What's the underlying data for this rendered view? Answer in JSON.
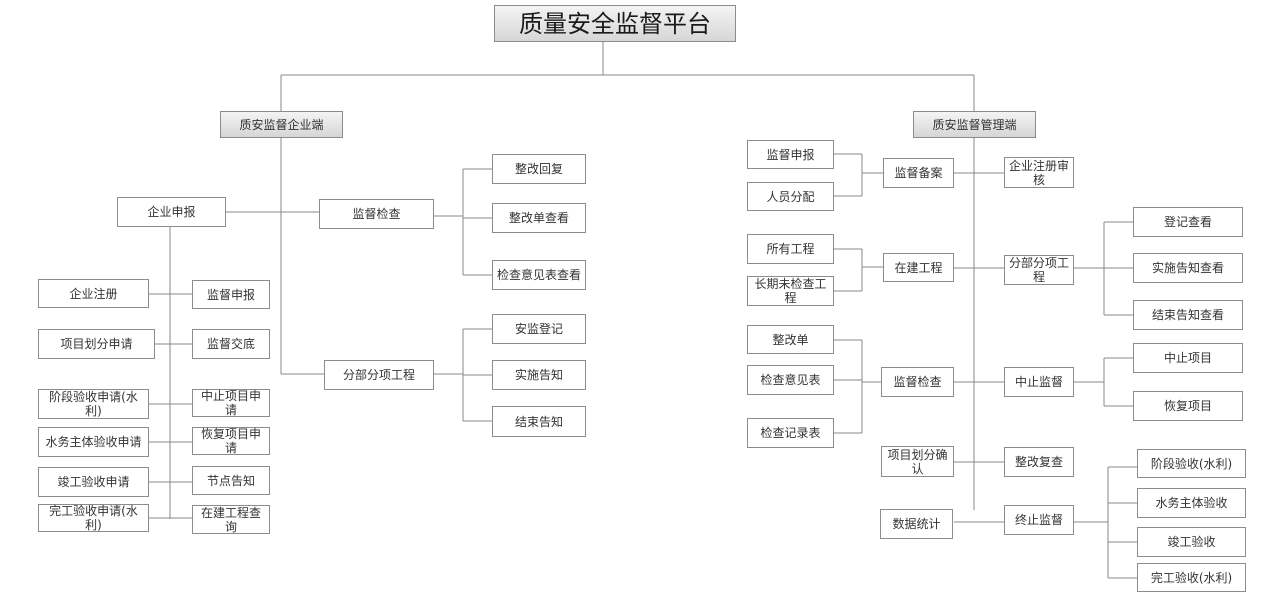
{
  "title": "质量安全监督平台",
  "enterprise": {
    "label": "质安监督企业端",
    "report": "企业申报",
    "left_items": [
      "企业注册",
      "项目划分申请",
      "阶段验收申请(水利)",
      "水务主体验收申请",
      "竣工验收申请",
      "完工验收申请(水利)"
    ],
    "right_items": [
      "监督申报",
      "监督交底",
      "中止项目申请",
      "恢复项目申请",
      "节点告知",
      "在建工程查询"
    ],
    "inspection": {
      "label": "监督检查",
      "items": [
        "整改回复",
        "整改单查看",
        "检查意见表查看"
      ]
    },
    "subproject": {
      "label": "分部分项工程",
      "items": [
        "安监登记",
        "实施告知",
        "结束告知"
      ]
    }
  },
  "admin": {
    "label": "质安监督管理端",
    "filing": {
      "label": "监督备案",
      "items": [
        "监督申报",
        "人员分配"
      ]
    },
    "registration_review": "企业注册审核",
    "building": {
      "label": "在建工程",
      "items": [
        "所有工程",
        "长期未检查工程"
      ]
    },
    "subproject": {
      "label": "分部分项工程",
      "items": [
        "登记查看",
        "实施告知查看",
        "结束告知查看"
      ]
    },
    "inspection": {
      "label": "监督检查",
      "items": [
        "整改单",
        "检查意见表",
        "检查记录表"
      ]
    },
    "suspend": {
      "label": "中止监督",
      "items": [
        "中止项目",
        "恢复项目"
      ]
    },
    "division_confirm": "项目划分确认",
    "recheck": "整改复查",
    "statistics": "数据统计",
    "terminate": {
      "label": "终止监督",
      "items": [
        "阶段验收(水利)",
        "水务主体验收",
        "竣工验收",
        "完工验收(水利)"
      ]
    }
  }
}
